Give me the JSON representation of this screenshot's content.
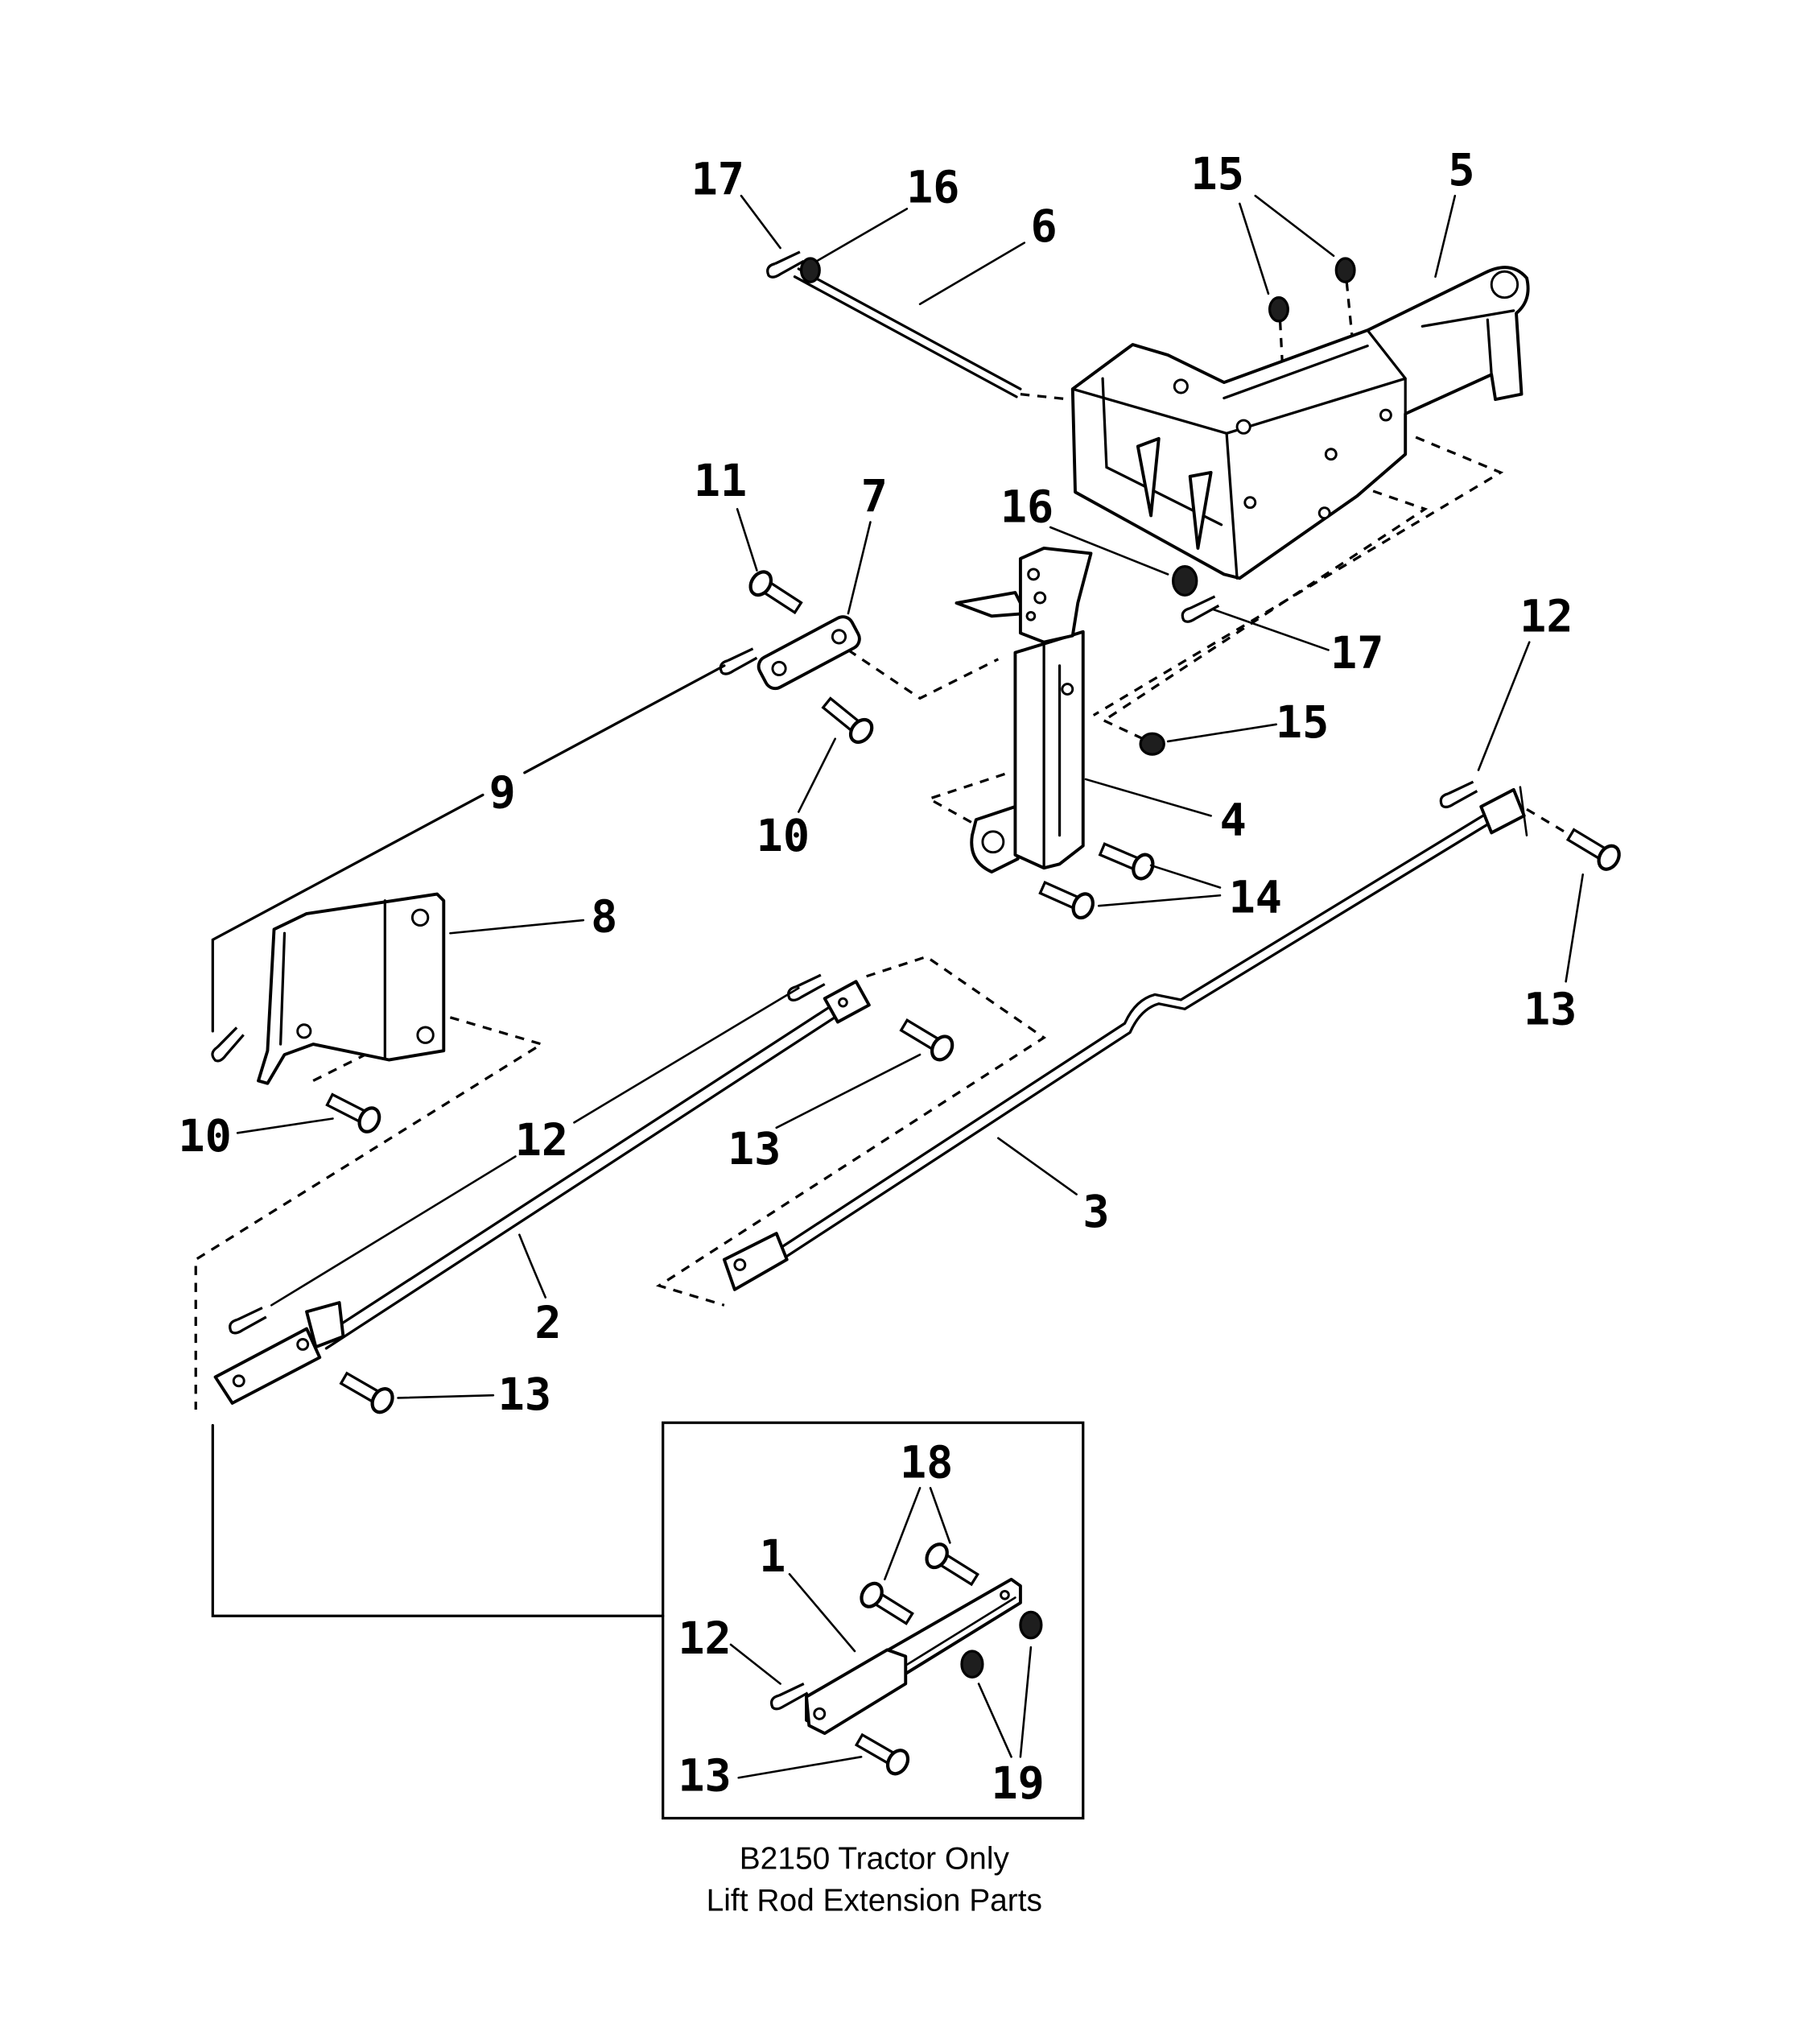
{
  "figure": {
    "callouts": [
      "17",
      "16",
      "6",
      "15",
      "5",
      "11",
      "7",
      "16",
      "17",
      "12",
      "15",
      "9",
      "10",
      "4",
      "14",
      "8",
      "13",
      "10",
      "12",
      "13",
      "3",
      "2",
      "13",
      "18",
      "1",
      "12",
      "13",
      "19"
    ],
    "inset_caption": [
      "B2150 Tractor Only",
      "Lift Rod Extension Parts"
    ]
  },
  "colors": {
    "ink": "#000000",
    "paper": "#ffffff"
  }
}
